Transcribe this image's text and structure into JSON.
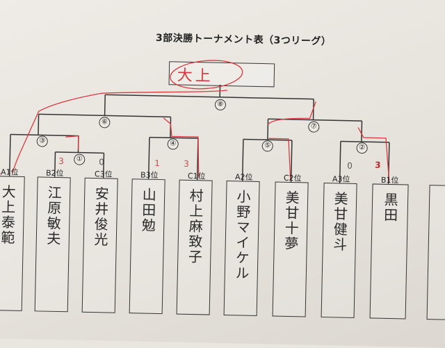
{
  "document": {
    "title": "3部決勝トーナメント表（3つリーグ）",
    "winner": "大上",
    "matches": [
      "⑧",
      "⑥",
      "⑦",
      "③",
      "①",
      "④",
      "⑤",
      "②"
    ],
    "players": [
      {
        "seed": "A1位",
        "name": "大上泰範"
      },
      {
        "seed": "B2位",
        "name": "江原敏夫"
      },
      {
        "seed": "C3位",
        "name": "安井俊光"
      },
      {
        "seed": "B3位",
        "name": "山田勉"
      },
      {
        "seed": "C1位",
        "name": "村上麻致子"
      },
      {
        "seed": "A2位",
        "name": "小野マイケル"
      },
      {
        "seed": "C2位",
        "name": "美甘十夢"
      },
      {
        "seed": "A3位",
        "name": "美甘健斗"
      },
      {
        "seed": "B1位",
        "name": "黒田"
      }
    ],
    "scores": [
      "3",
      "0",
      "1",
      "3",
      "0",
      "3"
    ],
    "colors": {
      "ink": "#333333",
      "red_pen": "#d9393e"
    }
  }
}
